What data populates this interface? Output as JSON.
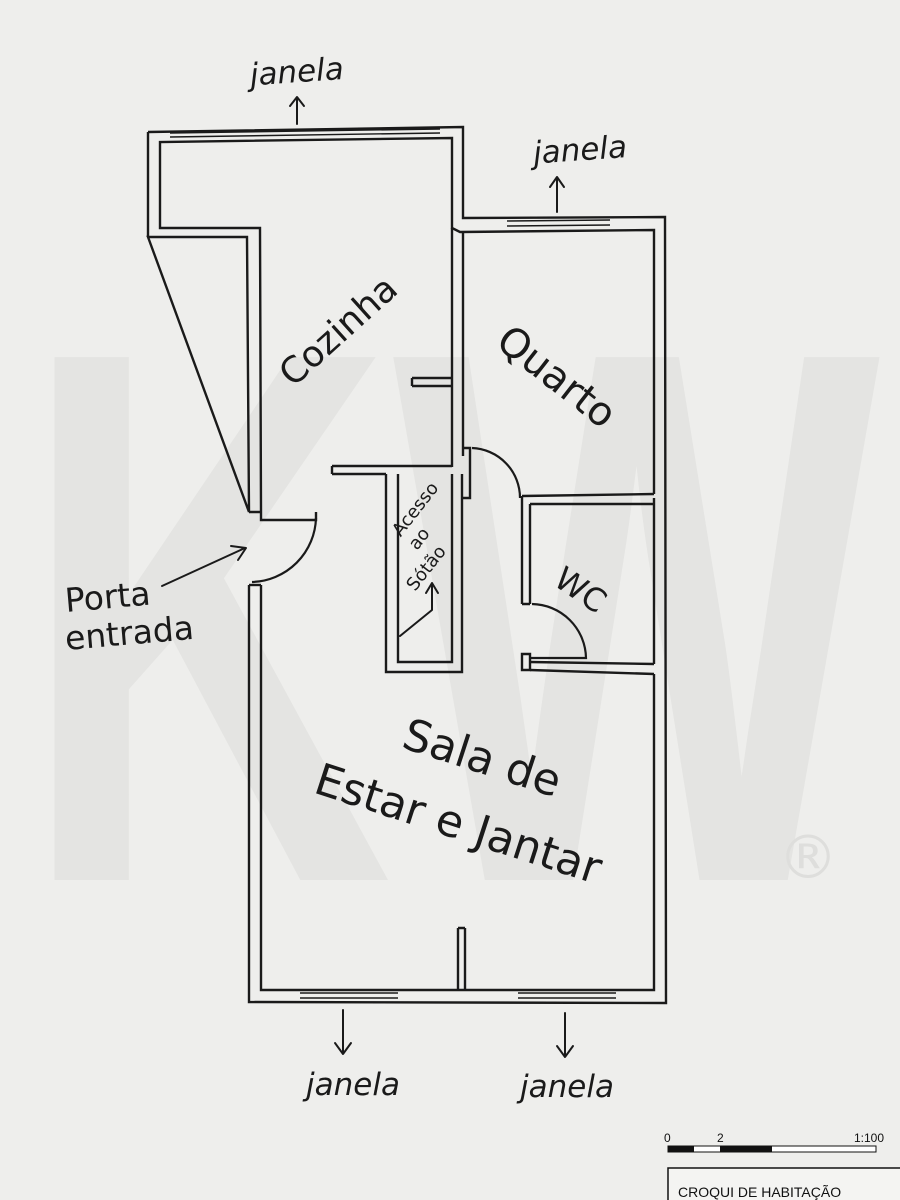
{
  "labels": {
    "janela_top": "janela",
    "janela_right": "janela",
    "janela_bottom_left": "janela",
    "janela_bottom_right": "janela",
    "cozinha": "Cozinha",
    "quarto": "Quarto",
    "acesso": [
      "Acesso",
      "ao",
      "Sótão"
    ],
    "wc": "WC",
    "porta": [
      "Porta",
      "entrada"
    ],
    "sala": [
      "Sala de",
      "Estar e Jantar"
    ]
  },
  "watermark": {
    "text": "KW",
    "registered": "®"
  },
  "scale_bar": {
    "ticks": [
      "0",
      "2"
    ],
    "ratio": "1:100"
  },
  "title_block": {
    "title": "CROQUI DE HABITAÇÃO"
  }
}
